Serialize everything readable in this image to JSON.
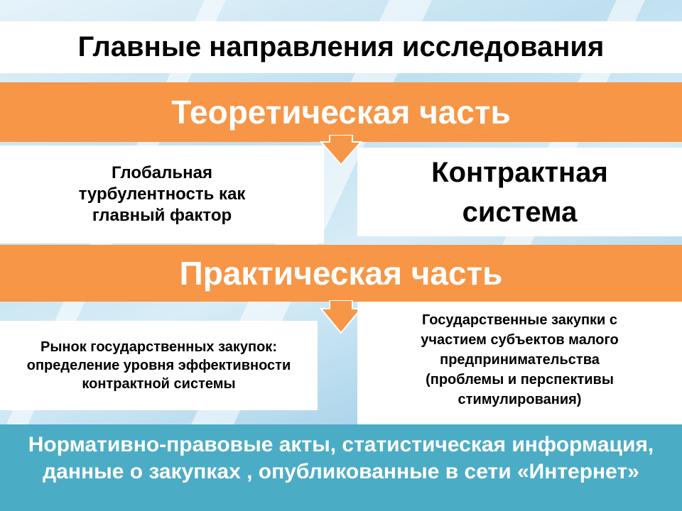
{
  "title": "Главные направления исследования",
  "theory": {
    "header": "Теоретическая часть",
    "left": "Глобальная турбулентность как главный фактор",
    "right": "Контрактная система"
  },
  "practice": {
    "header": "Практическая часть",
    "left": "Рынок государственных закупок: определение  уровня эффективности контрактной системы",
    "right": "Государственные закупки с участием субъектов малого предпринимательства (проблемы и перспективы стимулирования)"
  },
  "sources": "Нормативно-правовые акты,  статистическая информация,  данные о закупках , опубликованные в сети «Интернет»",
  "colors": {
    "orange": "#f79646",
    "teal": "#4bacc6"
  }
}
